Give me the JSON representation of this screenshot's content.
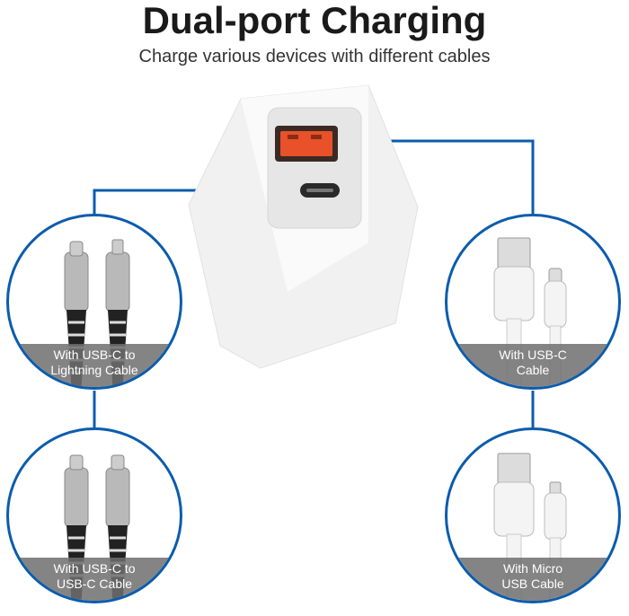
{
  "header": {
    "title": "Dual-port Charging",
    "subtitle": "Charge various devices with different cables"
  },
  "cables": [
    {
      "line1": "With USB-C to",
      "line2": "Lightning Cable"
    },
    {
      "line1": "With USB-C to",
      "line2": "USB-C Cable"
    },
    {
      "line1": "With USB-C",
      "line2": "Cable"
    },
    {
      "line1": "With Micro",
      "line2": "USB Cable"
    }
  ],
  "colors": {
    "accent": "#0b5cad",
    "usb_a_port": "#e8512a",
    "caption_band": "#6e6e6e"
  },
  "icons": [
    "wall-charger-icon",
    "usb-a-port-icon",
    "usb-c-port-icon"
  ]
}
